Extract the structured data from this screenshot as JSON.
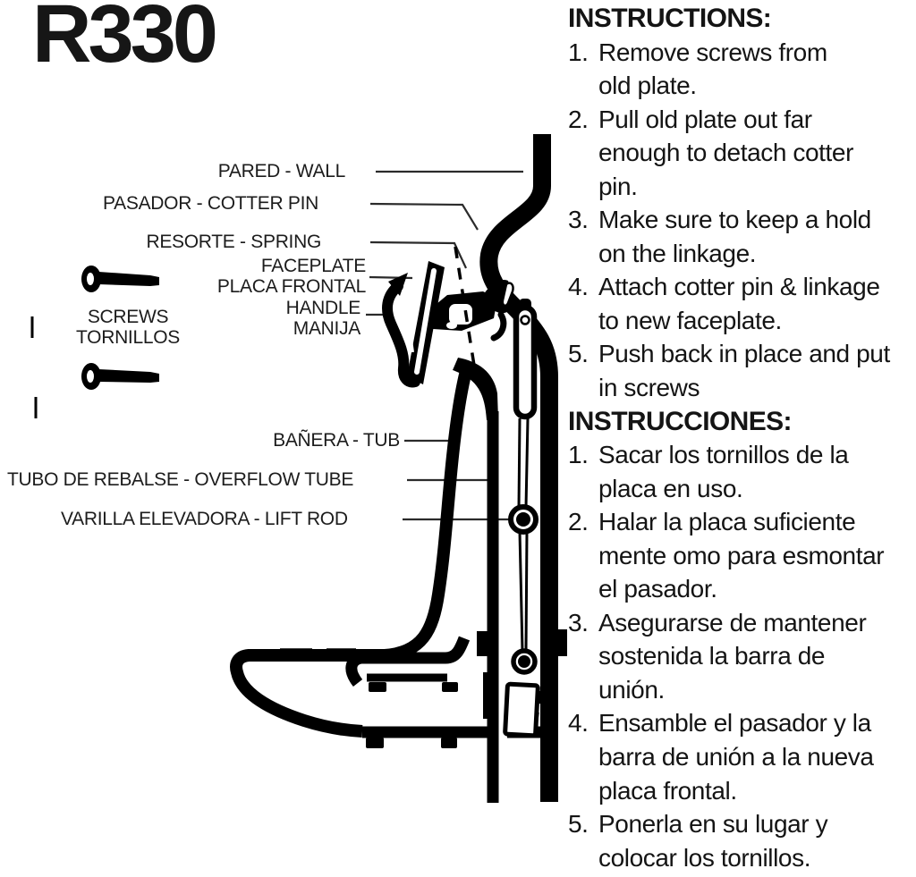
{
  "title": "R330",
  "colors": {
    "ink": "#000000",
    "background": "#ffffff",
    "leader_line": "#2b2b2b"
  },
  "part_labels": {
    "pared": "PARED - WALL",
    "pasador": "PASADOR - COTTER PIN",
    "resorte": "RESORTE - SPRING",
    "faceplate": "FACEPLATE\nPLACA FRONTAL",
    "handle": "HANDLE\nMANIJA",
    "screws": "SCREWS\nTORNILLOS",
    "banera": "BAÑERA - TUB",
    "tubo": "TUBO DE REBALSE - OVERFLOW TUBE",
    "varilla": "VARILLA ELEVADORA - LIFT ROD"
  },
  "instructions_en": {
    "heading": "INSTRUCTIONS:",
    "items": [
      {
        "number": "1.",
        "text": "Remove screws from\nold plate."
      },
      {
        "number": "2.",
        "text": "Pull old plate out far\nenough to detach cotter\npin."
      },
      {
        "number": "3.",
        "text": "Make sure to keep a hold\non the linkage."
      },
      {
        "number": "4.",
        "text": "Attach cotter pin & linkage\nto new faceplate."
      },
      {
        "number": "5.",
        "text": "Push back in place and put\nin screws"
      }
    ]
  },
  "instructions_es": {
    "heading": "INSTRUCCIONES:",
    "items": [
      {
        "number": "1.",
        "text": "Sacar los tornillos de la\nplaca en uso."
      },
      {
        "number": "2.",
        "text": "Halar la placa suficiente\nmente omo para esmontar\nel pasador."
      },
      {
        "number": "3.",
        "text": "Asegurarse de mantener\nsostenida la barra de\nunión."
      },
      {
        "number": "4.",
        "text": "Ensamble el pasador y la\nbarra de unión a la nueva\nplaca frontal."
      },
      {
        "number": "5.",
        "text": "Ponerla en su lugar y\ncolocar los tornillos."
      }
    ]
  }
}
